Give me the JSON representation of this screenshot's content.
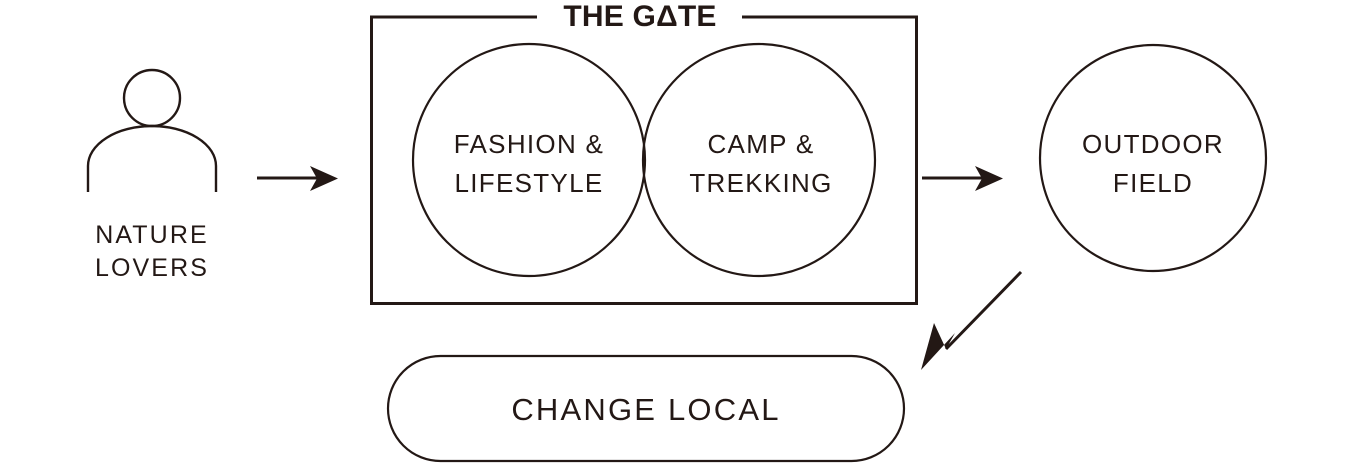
{
  "diagram": {
    "title": "THE GΔTE",
    "background_color": "#ffffff",
    "line_color": "#231815",
    "actor": {
      "icon": "person-icon",
      "label_line1": "NATURE",
      "label_line2": "LOVERS"
    },
    "group_frame": {
      "name": "the-gate-bracket",
      "title": "THE GΔTE"
    },
    "circles": [
      {
        "name": "fashion-lifestyle-circle",
        "label_line1": "FASHION &",
        "label_line2": "LIFESTYLE"
      },
      {
        "name": "camp-trekking-circle",
        "label_line1": "CAMP &",
        "label_line2": "TREKKING"
      },
      {
        "name": "outdoor-field-circle",
        "label_line1": "OUTDOOR",
        "label_line2": "FIELD"
      }
    ],
    "pill": {
      "name": "change-local-pill",
      "label": "CHANGE LOCAL"
    },
    "arrows": [
      {
        "name": "arrow-actor-to-gate",
        "direction": "right"
      },
      {
        "name": "arrow-gate-to-outdoor-field",
        "direction": "right"
      },
      {
        "name": "arrow-outdoor-field-to-change-local",
        "direction": "down-left"
      }
    ]
  }
}
